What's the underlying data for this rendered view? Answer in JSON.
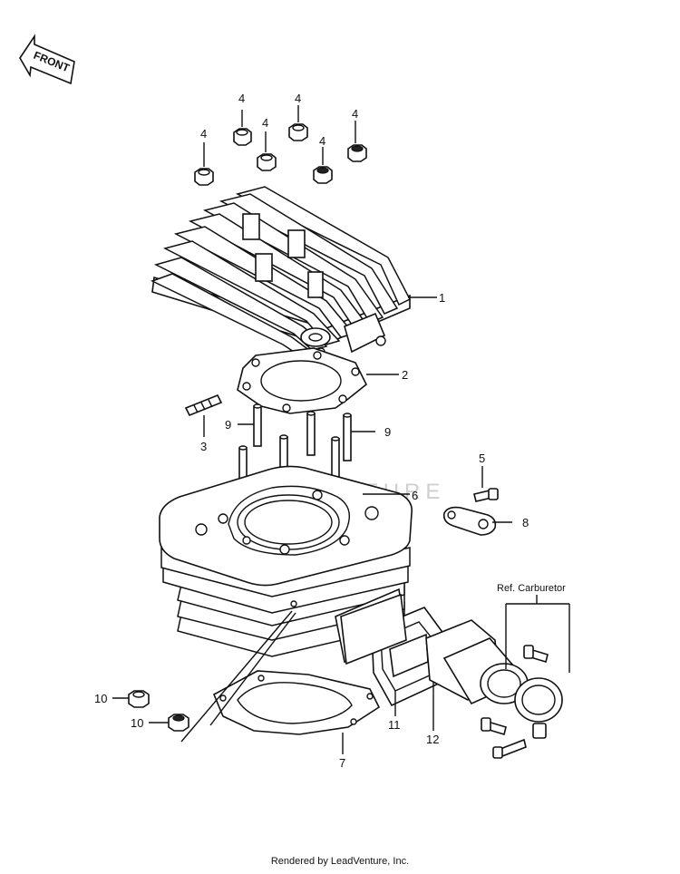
{
  "front_label": "FRONT",
  "watermark": "LEADVENTURE",
  "ref_label": "Ref. Carburetor",
  "callouts": {
    "c1": "1",
    "c2": "2",
    "c3": "3",
    "c4a": "4",
    "c4b": "4",
    "c4c": "4",
    "c4d": "4",
    "c4e": "4",
    "c5": "5",
    "c6": "6",
    "c7": "7",
    "c8": "8",
    "c9a": "9",
    "c9b": "9",
    "c10a": "10",
    "c10b": "10",
    "c11": "11",
    "c12": "12"
  },
  "footer": "Rendered by LeadVenture, Inc."
}
